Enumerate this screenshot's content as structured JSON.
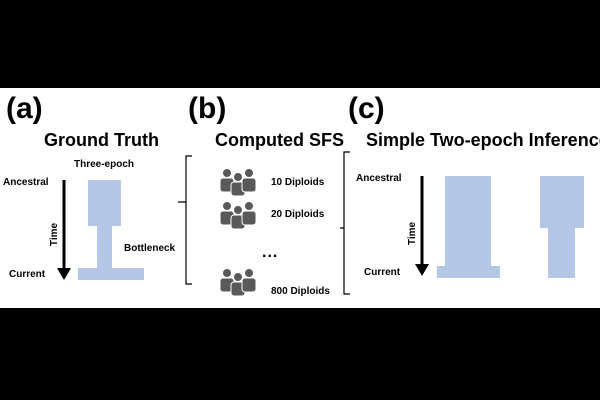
{
  "panel_a": {
    "letter": "(a)",
    "title": "Ground Truth",
    "model_label": "Three-epoch",
    "ancestral_label": "Ancestral",
    "current_label": "Current",
    "time_label": "Time",
    "bottleneck_label": "Bottleneck"
  },
  "panel_b": {
    "letter": "(b)",
    "title": "Computed SFS",
    "samples": [
      {
        "label": "10 Diploids"
      },
      {
        "label": "20 Diploids"
      },
      {
        "label": "800 Diploids"
      }
    ],
    "ellipsis": "..."
  },
  "panel_c": {
    "letter": "(c)",
    "title": "Simple Two-epoch Inference",
    "ancestral_label": "Ancestral",
    "current_label": "Current",
    "time_label": "Time"
  },
  "colors": {
    "population_fill": "#b4c7e7",
    "person_icon": "#595959",
    "arrow": "#000000",
    "background_band": "#000000"
  },
  "icons": {
    "person_group": "people-group-icon",
    "time_arrow": "down-arrow-icon"
  }
}
